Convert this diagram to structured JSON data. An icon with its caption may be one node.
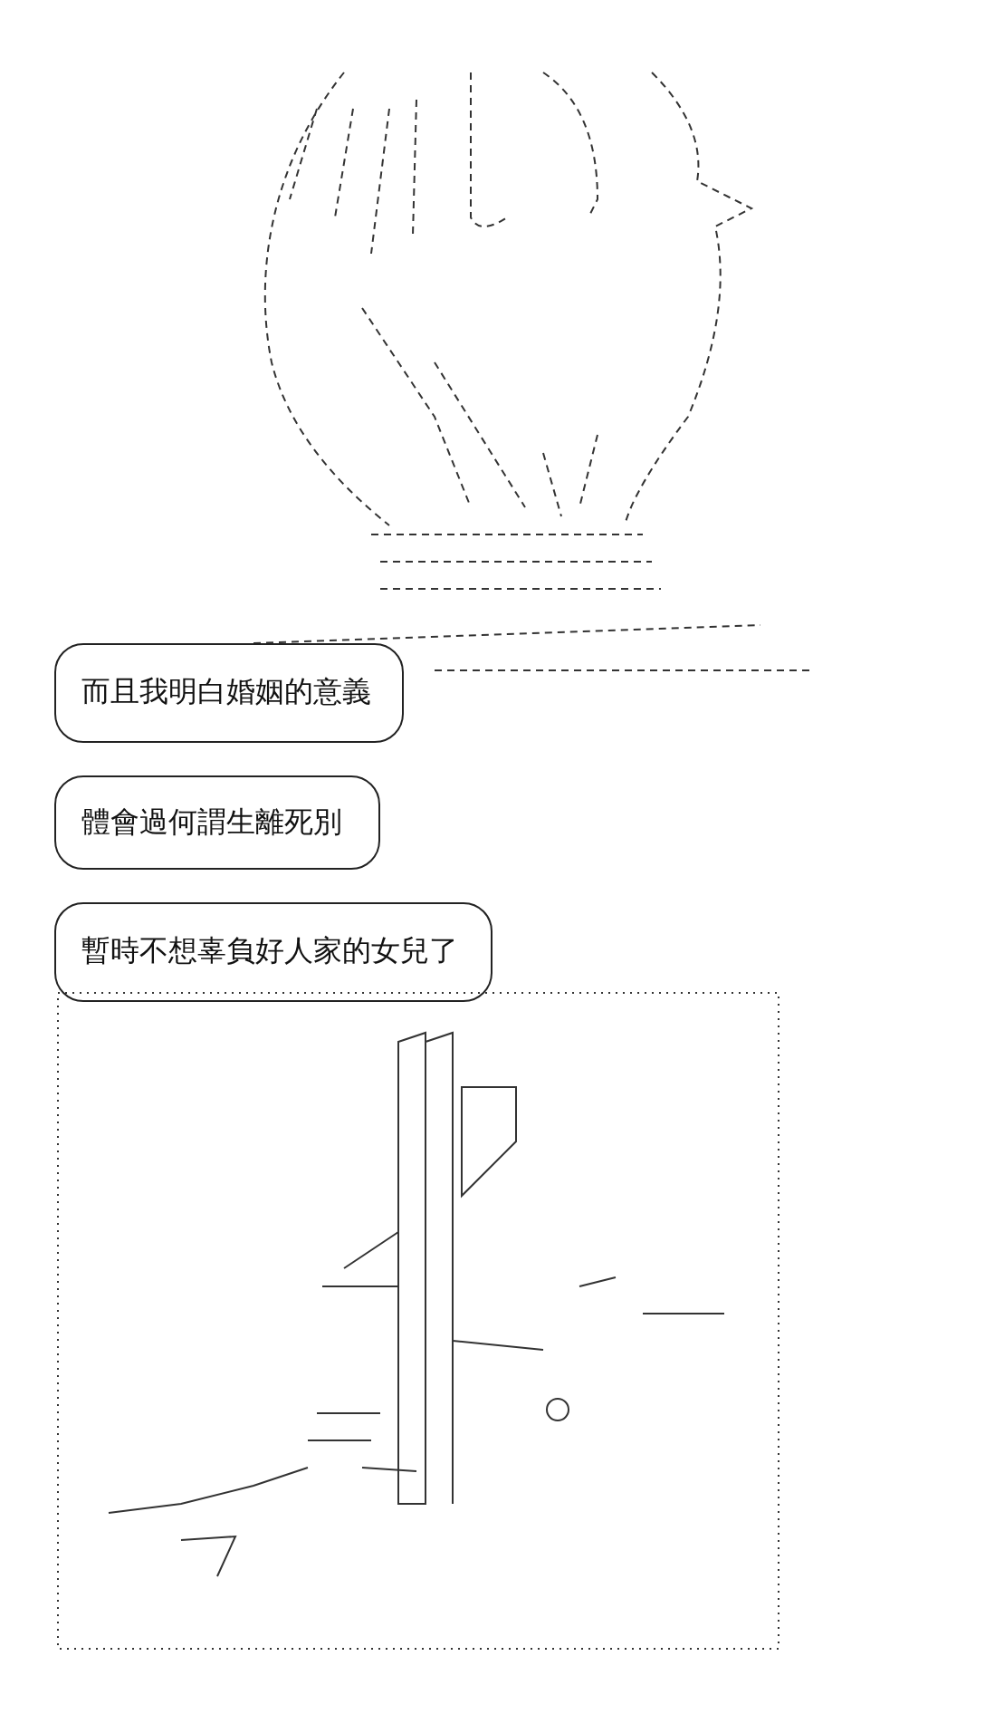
{
  "diagram": {
    "nodes": [
      {
        "text": [
          "而且我明白婚姻的意義"
        ]
      },
      {
        "text": [
          "體會過何謂生離死別"
        ]
      },
      {
        "text": [
          "暫時不想辜負好人家的女兒了"
        ]
      }
    ]
  }
}
